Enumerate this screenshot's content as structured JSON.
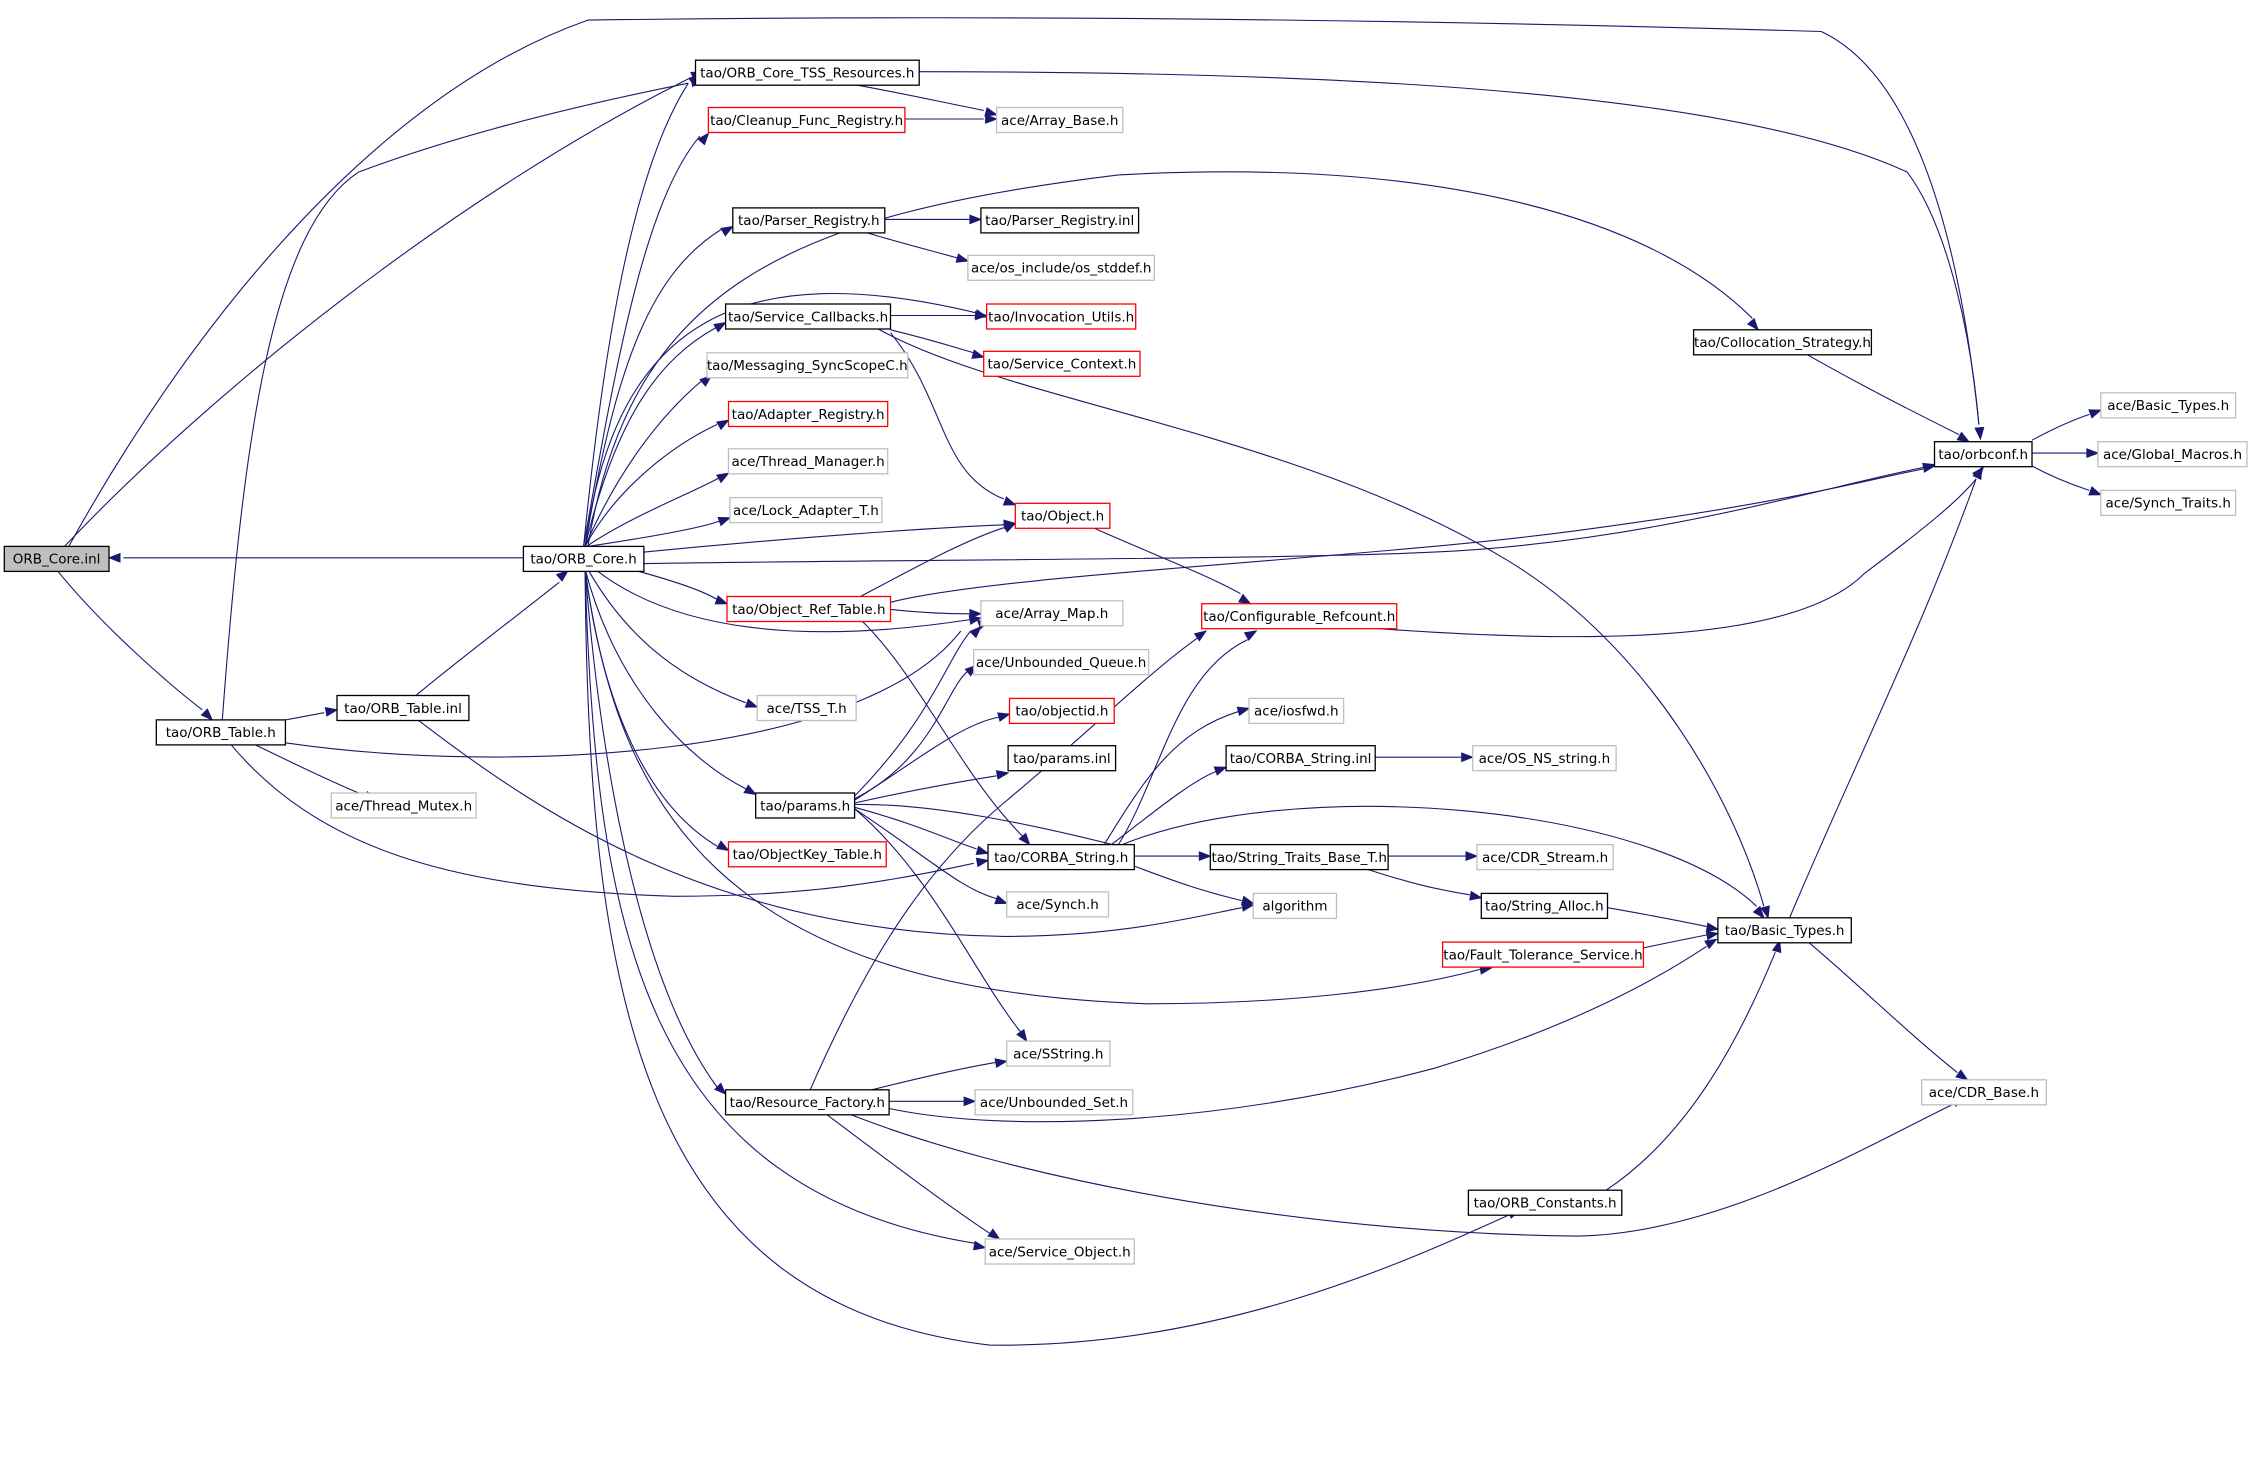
{
  "colors": {
    "edge": "#191970",
    "node_border_normal": "#000000",
    "node_border_truncated": "#ff0000",
    "node_border_external": "#bfbfbf",
    "node_fill": "#ffffff",
    "node_fill_root": "#bfbfbf",
    "text": "#000000"
  },
  "nodes": {
    "orb_core_inl": {
      "label": "ORB_Core.inl",
      "kind": "root"
    },
    "orb_core_h": {
      "label": "tao/ORB_Core.h",
      "kind": "normal"
    },
    "orb_table_h": {
      "label": "tao/ORB_Table.h",
      "kind": "normal"
    },
    "orb_table_inl": {
      "label": "tao/ORB_Table.inl",
      "kind": "normal"
    },
    "thread_mutex": {
      "label": "ace/Thread_Mutex.h",
      "kind": "external"
    },
    "tss_resources": {
      "label": "tao/ORB_Core_TSS_Resources.h",
      "kind": "normal"
    },
    "cleanup": {
      "label": "tao/Cleanup_Func_Registry.h",
      "kind": "truncated"
    },
    "array_base": {
      "label": "ace/Array_Base.h",
      "kind": "external"
    },
    "parser_registry": {
      "label": "tao/Parser_Registry.h",
      "kind": "normal"
    },
    "parser_registry_inl": {
      "label": "tao/Parser_Registry.inl",
      "kind": "normal"
    },
    "os_stddef": {
      "label": "ace/os_include/os_stddef.h",
      "kind": "external"
    },
    "service_callbacks": {
      "label": "tao/Service_Callbacks.h",
      "kind": "normal"
    },
    "invocation_utils": {
      "label": "tao/Invocation_Utils.h",
      "kind": "truncated"
    },
    "service_context": {
      "label": "tao/Service_Context.h",
      "kind": "truncated"
    },
    "sync_scope": {
      "label": "tao/Messaging_SyncScopeC.h",
      "kind": "external"
    },
    "adapter_registry": {
      "label": "tao/Adapter_Registry.h",
      "kind": "truncated"
    },
    "thread_manager": {
      "label": "ace/Thread_Manager.h",
      "kind": "external"
    },
    "lock_adapter": {
      "label": "ace/Lock_Adapter_T.h",
      "kind": "external"
    },
    "object_h": {
      "label": "tao/Object.h",
      "kind": "truncated"
    },
    "object_ref_table": {
      "label": "tao/Object_Ref_Table.h",
      "kind": "truncated"
    },
    "array_map": {
      "label": "ace/Array_Map.h",
      "kind": "external"
    },
    "unbounded_queue": {
      "label": "ace/Unbounded_Queue.h",
      "kind": "external"
    },
    "tss_t": {
      "label": "ace/TSS_T.h",
      "kind": "external"
    },
    "objectid": {
      "label": "tao/objectid.h",
      "kind": "truncated"
    },
    "params_inl": {
      "label": "tao/params.inl",
      "kind": "normal"
    },
    "params_h": {
      "label": "tao/params.h",
      "kind": "normal"
    },
    "objectkey_table": {
      "label": "tao/ObjectKey_Table.h",
      "kind": "truncated"
    },
    "corba_string_h": {
      "label": "tao/CORBA_String.h",
      "kind": "normal"
    },
    "synch_h": {
      "label": "ace/Synch.h",
      "kind": "external"
    },
    "sstring": {
      "label": "ace/SString.h",
      "kind": "external"
    },
    "resource_factory": {
      "label": "tao/Resource_Factory.h",
      "kind": "normal"
    },
    "unbounded_set": {
      "label": "ace/Unbounded_Set.h",
      "kind": "external"
    },
    "service_object": {
      "label": "ace/Service_Object.h",
      "kind": "external"
    },
    "configurable_refcount": {
      "label": "tao/Configurable_Refcount.h",
      "kind": "truncated"
    },
    "iosfwd": {
      "label": "ace/iosfwd.h",
      "kind": "external"
    },
    "corba_string_inl": {
      "label": "tao/CORBA_String.inl",
      "kind": "normal"
    },
    "os_ns_string": {
      "label": "ace/OS_NS_string.h",
      "kind": "external"
    },
    "string_traits": {
      "label": "tao/String_Traits_Base_T.h",
      "kind": "normal"
    },
    "cdr_stream": {
      "label": "ace/CDR_Stream.h",
      "kind": "external"
    },
    "algorithm": {
      "label": "algorithm",
      "kind": "external"
    },
    "string_alloc": {
      "label": "tao/String_Alloc.h",
      "kind": "normal"
    },
    "fault_tolerance": {
      "label": "tao/Fault_Tolerance_Service.h",
      "kind": "truncated"
    },
    "basic_types_tao": {
      "label": "tao/Basic_Types.h",
      "kind": "normal"
    },
    "orb_constants": {
      "label": "tao/ORB_Constants.h",
      "kind": "normal"
    },
    "cdr_base": {
      "label": "ace/CDR_Base.h",
      "kind": "external"
    },
    "collocation": {
      "label": "tao/Collocation_Strategy.h",
      "kind": "normal"
    },
    "orbconf": {
      "label": "tao/orbconf.h",
      "kind": "normal"
    },
    "basic_types_ace": {
      "label": "ace/Basic_Types.h",
      "kind": "external"
    },
    "global_macros": {
      "label": "ace/Global_Macros.h",
      "kind": "external"
    },
    "synch_traits": {
      "label": "ace/Synch_Traits.h",
      "kind": "external"
    }
  }
}
